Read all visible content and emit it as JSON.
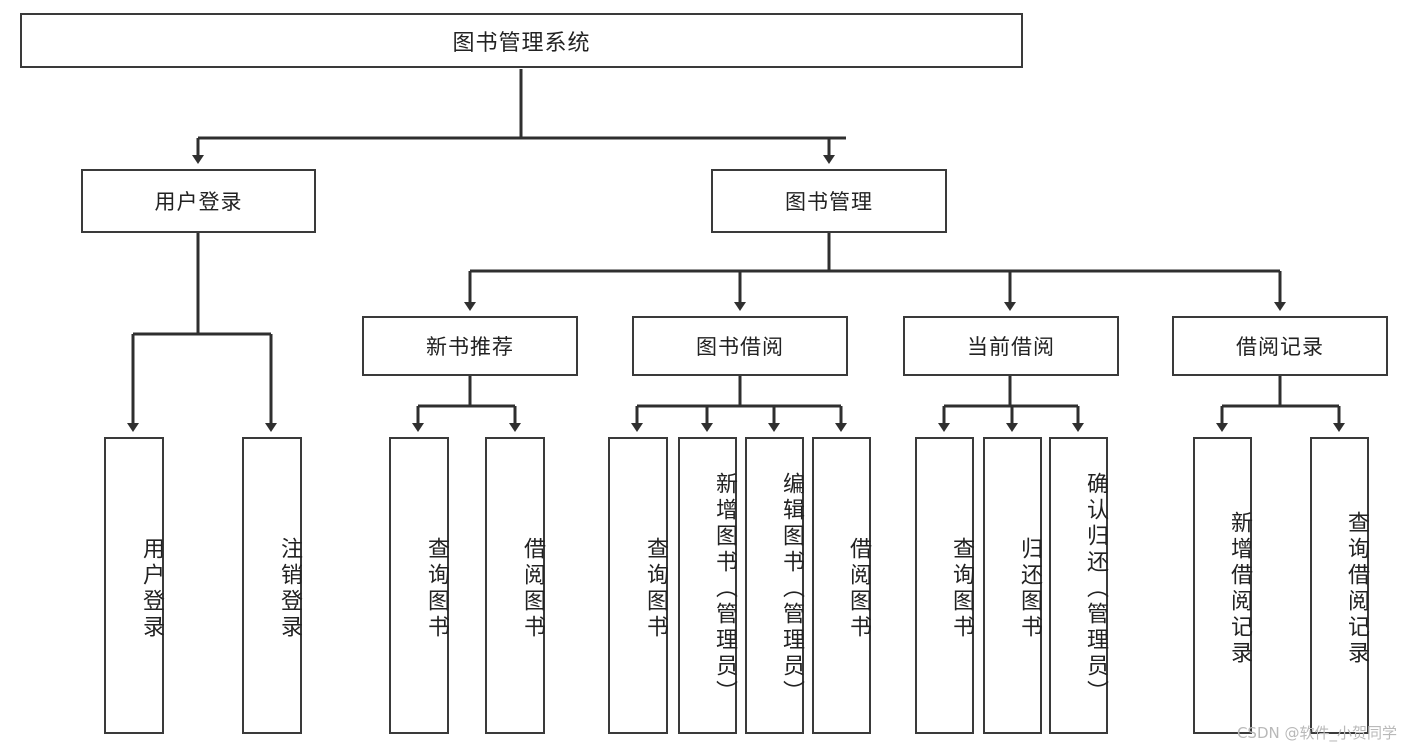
{
  "diagram": {
    "type": "tree-hierarchy",
    "title": "图书管理系统",
    "orientation": "top-down",
    "colors": {
      "box_border": "#3a3a3a",
      "box_fill": "#ffffff",
      "connector": "#2f2f2f",
      "text": "#222222",
      "watermark": "#b9b9b9"
    },
    "levels": {
      "root": {
        "label": "图书管理系统"
      },
      "level2": [
        {
          "label": "用户登录"
        },
        {
          "label": "图书管理"
        }
      ],
      "level3": [
        {
          "label": "新书推荐"
        },
        {
          "label": "图书借阅"
        },
        {
          "label": "当前借阅"
        },
        {
          "label": "借阅记录"
        }
      ],
      "leaves": {
        "user_login": [
          {
            "label": "用户登录"
          },
          {
            "label": "注销登录"
          }
        ],
        "new_book_recommend": [
          {
            "label": "查询图书"
          },
          {
            "label": "借阅图书"
          }
        ],
        "book_borrow": [
          {
            "label": "查询图书"
          },
          {
            "label": "新增图书（管理员）"
          },
          {
            "label": "编辑图书（管理员）"
          },
          {
            "label": "借阅图书"
          }
        ],
        "current_borrow": [
          {
            "label": "查询图书"
          },
          {
            "label": "归还图书"
          },
          {
            "label": "确认归还（管理员）"
          }
        ],
        "borrow_record": [
          {
            "label": "新增借阅记录"
          },
          {
            "label": "查询借阅记录"
          }
        ]
      }
    }
  },
  "watermark": {
    "text": "CSDN @软件_小贺同学"
  }
}
